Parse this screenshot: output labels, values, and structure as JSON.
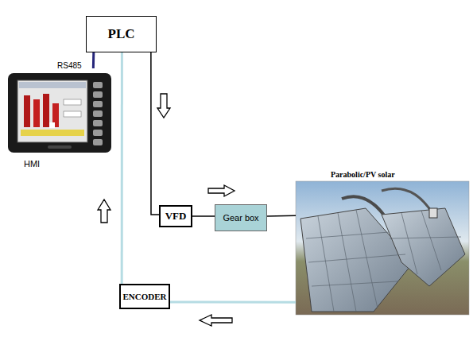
{
  "diagram": {
    "nodes": [
      {
        "text": [
          "PLC"
        ]
      },
      {
        "text": [
          "HMI"
        ]
      },
      {
        "text": [
          "VFD"
        ]
      },
      {
        "text": [
          "Gear box"
        ]
      },
      {
        "text": [
          "Parabolic/PV solar"
        ]
      },
      {
        "text": [
          "ENCODER"
        ]
      }
    ],
    "edges": [
      {
        "from": 0,
        "to": 1,
        "arrow": "none"
      },
      {
        "from": 0,
        "to": 2,
        "arrow": "none"
      },
      {
        "from": 2,
        "to": 3,
        "arrow": "none"
      },
      {
        "from": 3,
        "to": 4,
        "arrow": "none"
      },
      {
        "from": 4,
        "to": 5,
        "arrow": "none"
      },
      {
        "from": 5,
        "to": 0,
        "arrow": "none"
      }
    ],
    "labels": [
      "RS485"
    ]
  }
}
